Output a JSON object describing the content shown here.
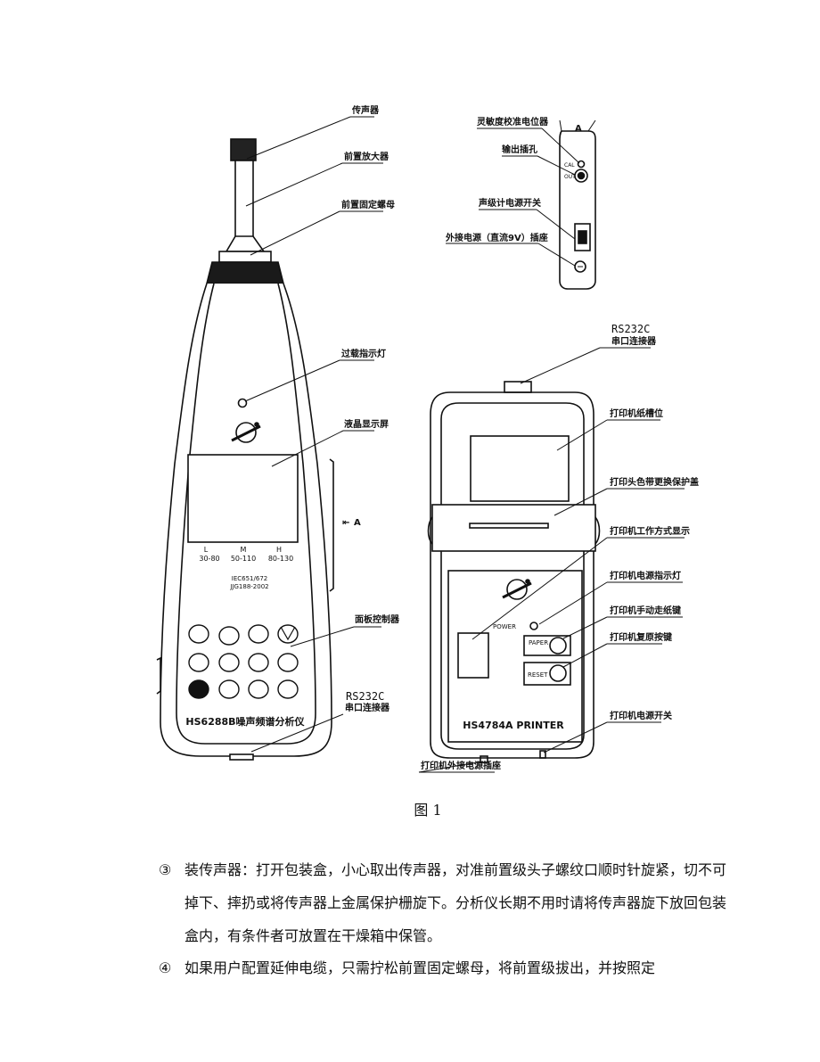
{
  "meter": {
    "labels": {
      "microphone": "传声器",
      "preamp": "前置放大器",
      "preamp_nut": "前置固定螺母",
      "overload_lamp": "过载指示灯",
      "lcd": "液晶显示屏",
      "panel_keys": "面板控制器",
      "rs232c": "RS232C",
      "serial_connector": "串口连接器"
    },
    "side_marker": "A",
    "ranges": [
      {
        "name": "L",
        "span": "30-80"
      },
      {
        "name": "M",
        "span": "50-110"
      },
      {
        "name": "H",
        "span": "80-130"
      }
    ],
    "standards": [
      "IEC651/672",
      "JJG188-2002"
    ],
    "model": "HS6288B噪声频谱分析仪"
  },
  "side_view": {
    "title": "A",
    "labels": {
      "cal_pot": "灵敏度校准电位器",
      "output_jack": "输出插孔",
      "power_switch": "声级计电源开关",
      "ext_power": "外接电源（直流9V）插座"
    },
    "marks": {
      "cal": "CAL",
      "out": "OUT"
    }
  },
  "printer": {
    "labels": {
      "rs232c": "RS232C",
      "serial_connector": "串口连接器",
      "paper_slot": "打印机纸槽位",
      "ribbon_cover": "打印头色带更换保护盖",
      "mode_display": "打印机工作方式显示",
      "power_lamp": "打印机电源指示灯",
      "feed_key": "打印机手动走纸键",
      "reset_key": "打印机复原按键",
      "power_switch": "打印机电源开关",
      "ext_power": "打印机外接电源插座"
    },
    "power_text": "POWER",
    "paper_key": "PAPER",
    "reset_key": "RESET",
    "model": "HS4784A PRINTER"
  },
  "caption": "图 1",
  "paragraphs": [
    {
      "num": "③",
      "text": "装传声器：打开包装盒，小心取出传声器，对准前置级头子螺纹口顺时针旋紧，切不可掉下、摔扔或将传声器上金属保护栅旋下。分析仪长期不用时请将传声器旋下放回包装盒内，有条件者可放置在干燥箱中保管。"
    },
    {
      "num": "④",
      "text": "如果用户配置延伸电缆，只需拧松前置固定螺母，将前置级拔出，并按照定"
    }
  ]
}
